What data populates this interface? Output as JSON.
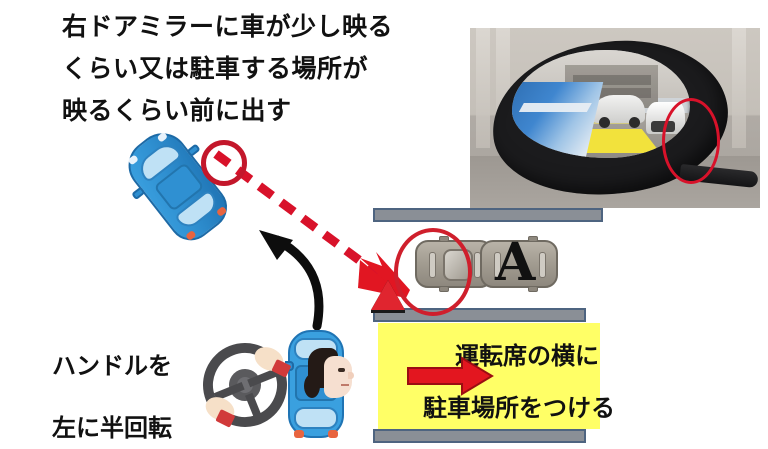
{
  "headline": {
    "lines": [
      "右ドアミラーに車が少し映る",
      "くらい又は駐車する場所が",
      "映るくらい前に出す"
    ]
  },
  "left_note": {
    "lines": [
      "ハンドルを",
      "左に半回転"
    ]
  },
  "yellow_panel": {
    "lines": [
      "運転席の横に",
      "駐車場所をつける"
    ],
    "background_color": "#ffff66"
  },
  "diagram": {
    "target_car_label": "A",
    "markers": {
      "highlight_circle_color": "#cf1f2c",
      "triangle_color": "#e0252f",
      "dashed_arrow_color": "#d8122a",
      "block_arrow_color": "#d01018",
      "curve_arrow_color": "#000000"
    },
    "parking_bar_color": "#8a8f96",
    "parking_bar_border_color": "#4e6480",
    "blue_car_color": "#2f8fd0",
    "grey_car_color": "#a29c91"
  },
  "photo": {
    "caption_name": "right-door-mirror-photo",
    "mirror_highlight_color": "#d8122a",
    "pavement_marking_color": "#f2e23c"
  },
  "icons": {
    "steering_wheel": "steering-wheel-icon",
    "driver_face": "driver-face-icon",
    "red_triangle": "warning-triangle-icon"
  }
}
